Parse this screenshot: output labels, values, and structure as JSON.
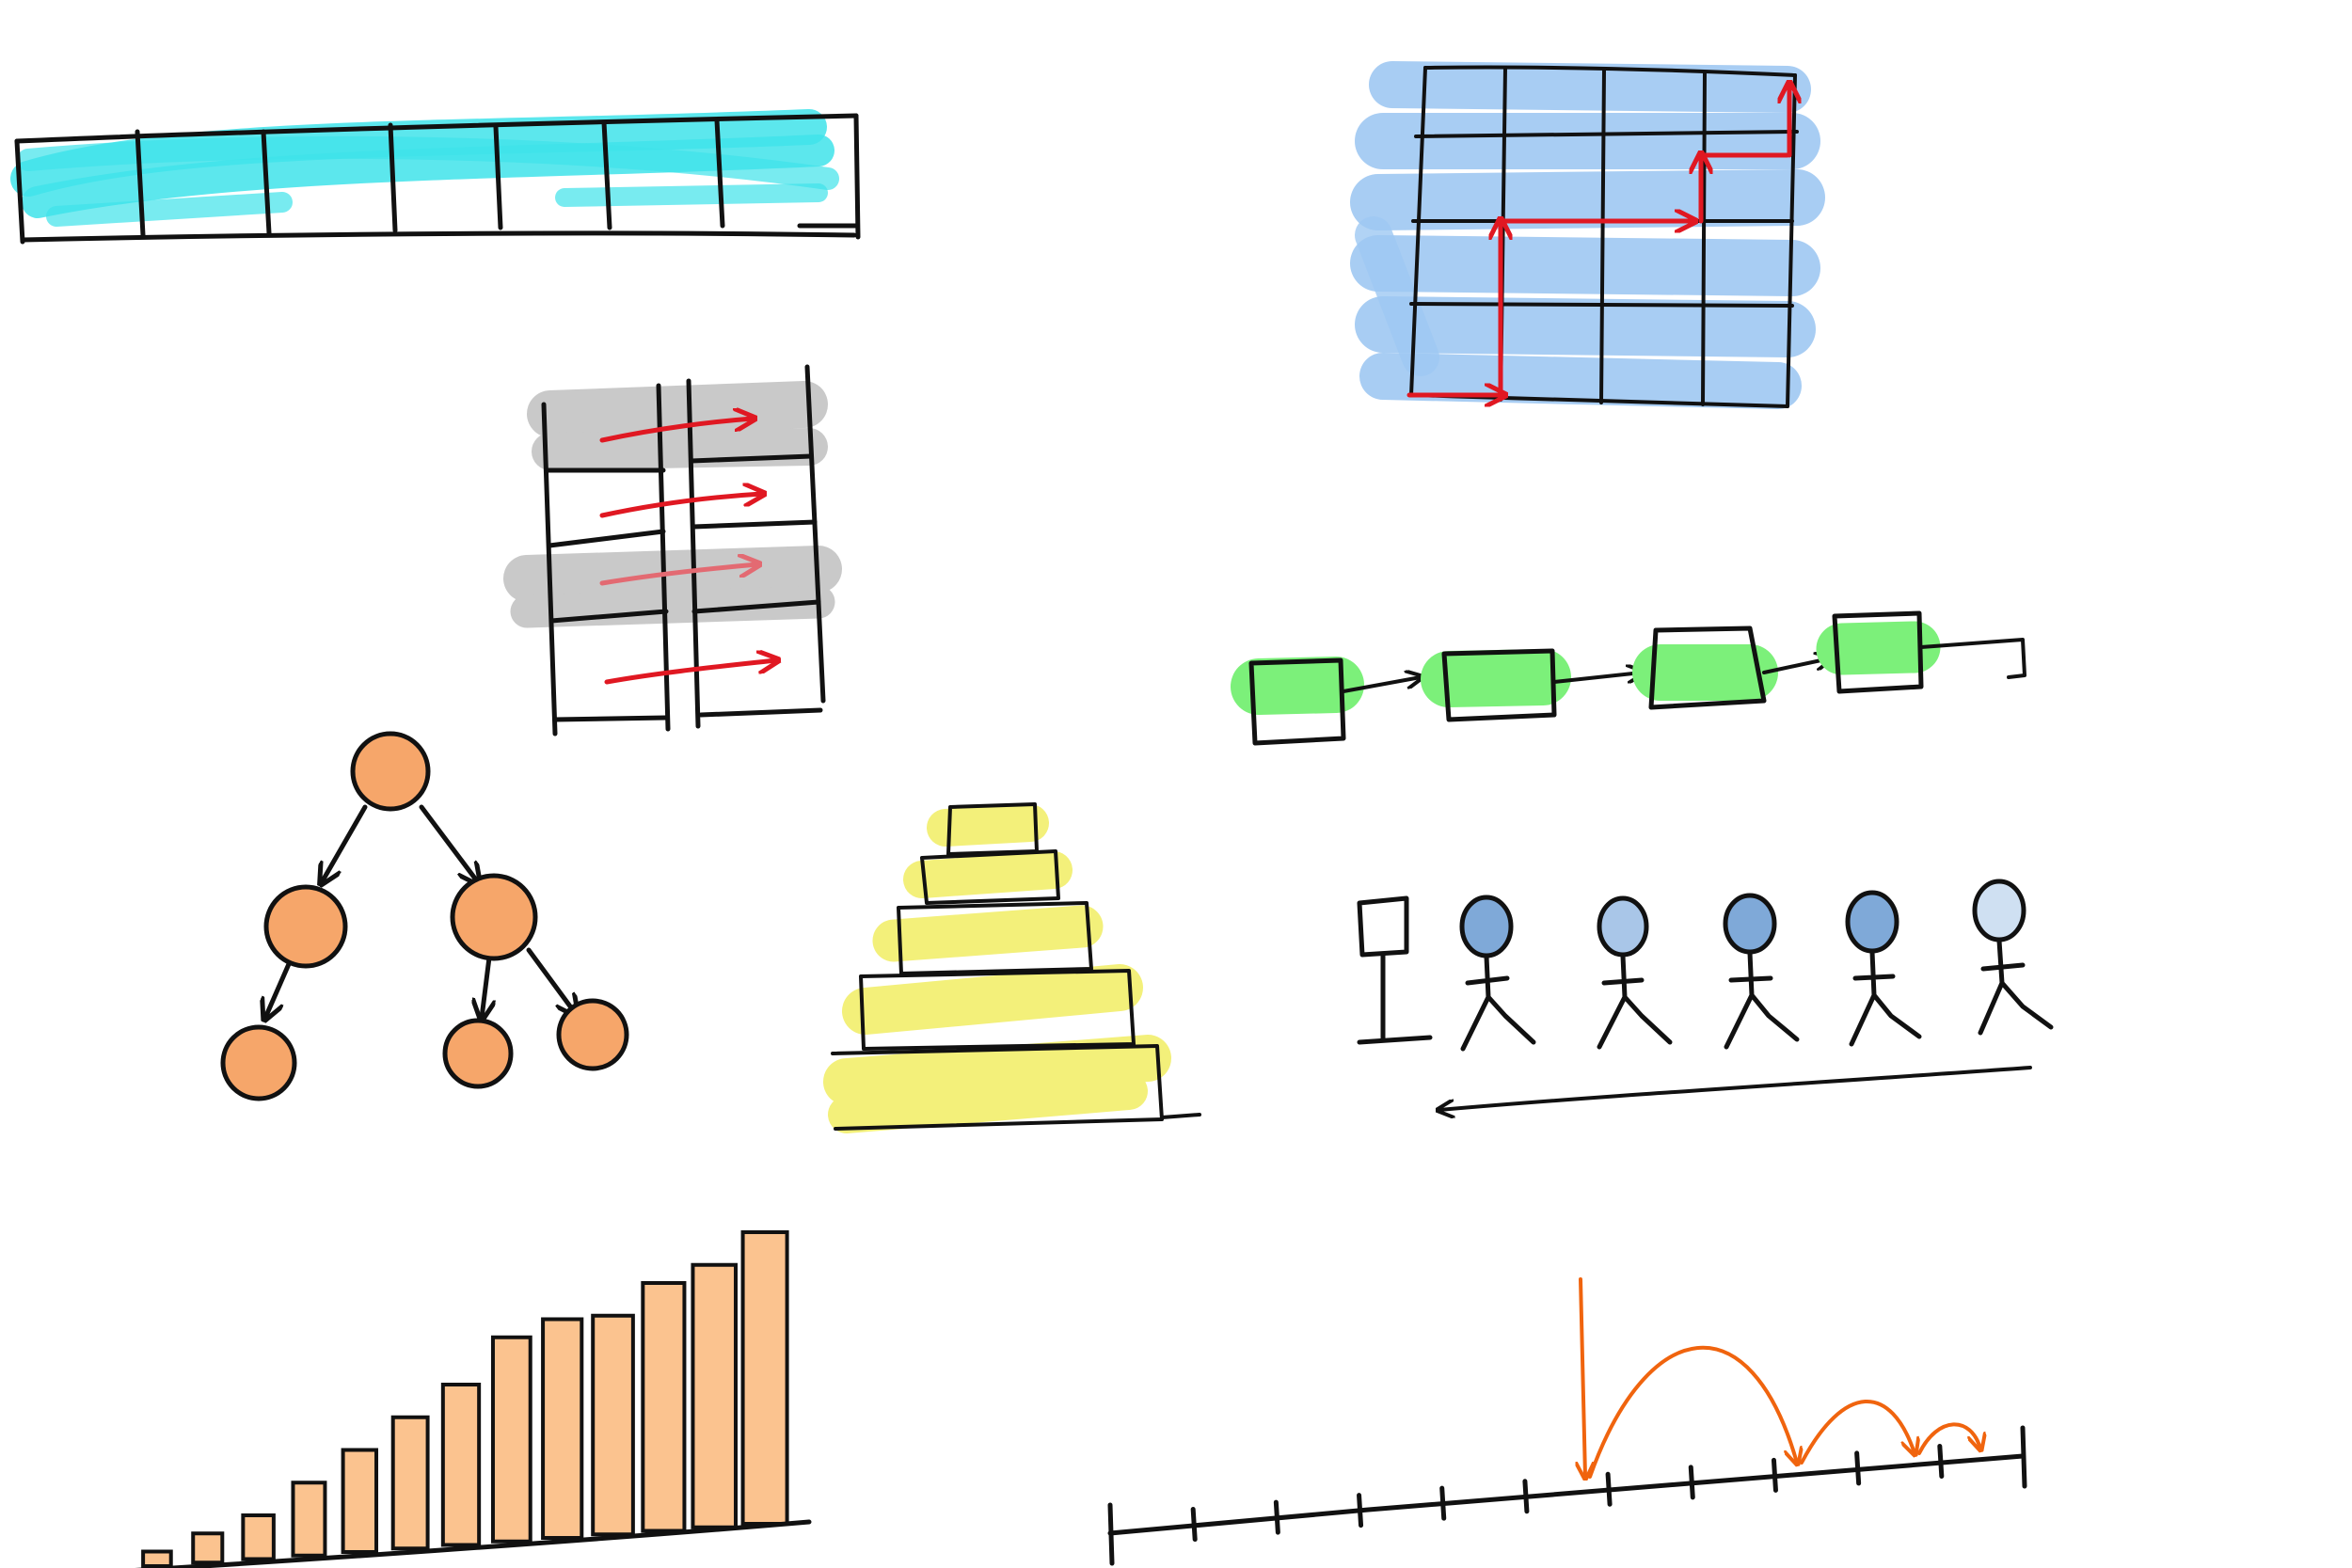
{
  "colors": {
    "background": "#ffffff",
    "ink": "#111111",
    "array_fill": "#3fe3ea",
    "grid_fill": "#9ec8f2",
    "path_red": "#e01822",
    "table_gray": "#c9c9c9",
    "list_node_green": "#7cf07a",
    "tree_node_orange": "#f6a66a",
    "stack_yellow": "#f3f07a",
    "queue_head_blue": "#7fa9d8",
    "bar_peach": "#fbc38f",
    "jump_orange": "#f0640e"
  },
  "icons": [
    "array-icon",
    "grid-path-icon",
    "table-scan-icon",
    "linked-list-icon",
    "binary-tree-icon",
    "stack-icon",
    "queue-icon",
    "histogram-icon",
    "number-line-jump-icon"
  ],
  "array": {
    "cells": 7
  },
  "grid": {
    "rows": 4,
    "cols": 4,
    "path_moves": [
      "right",
      "up",
      "up",
      "right",
      "right",
      "up",
      "right",
      "up"
    ]
  },
  "table_scan": {
    "rows": 4,
    "cols": 2,
    "shaded_rows": [
      0,
      2
    ],
    "arrows": 4
  },
  "linked_list": {
    "nodes": 4
  },
  "tree": {
    "levels": [
      1,
      2,
      3
    ]
  },
  "stack": {
    "layers": 5
  },
  "queue": {
    "people": 5
  },
  "histogram": {
    "bars": [
      1,
      2,
      3,
      5,
      7,
      9,
      11,
      14,
      15,
      15,
      17,
      18,
      20
    ]
  },
  "number_line": {
    "ticks": 12,
    "jumps": 3
  }
}
